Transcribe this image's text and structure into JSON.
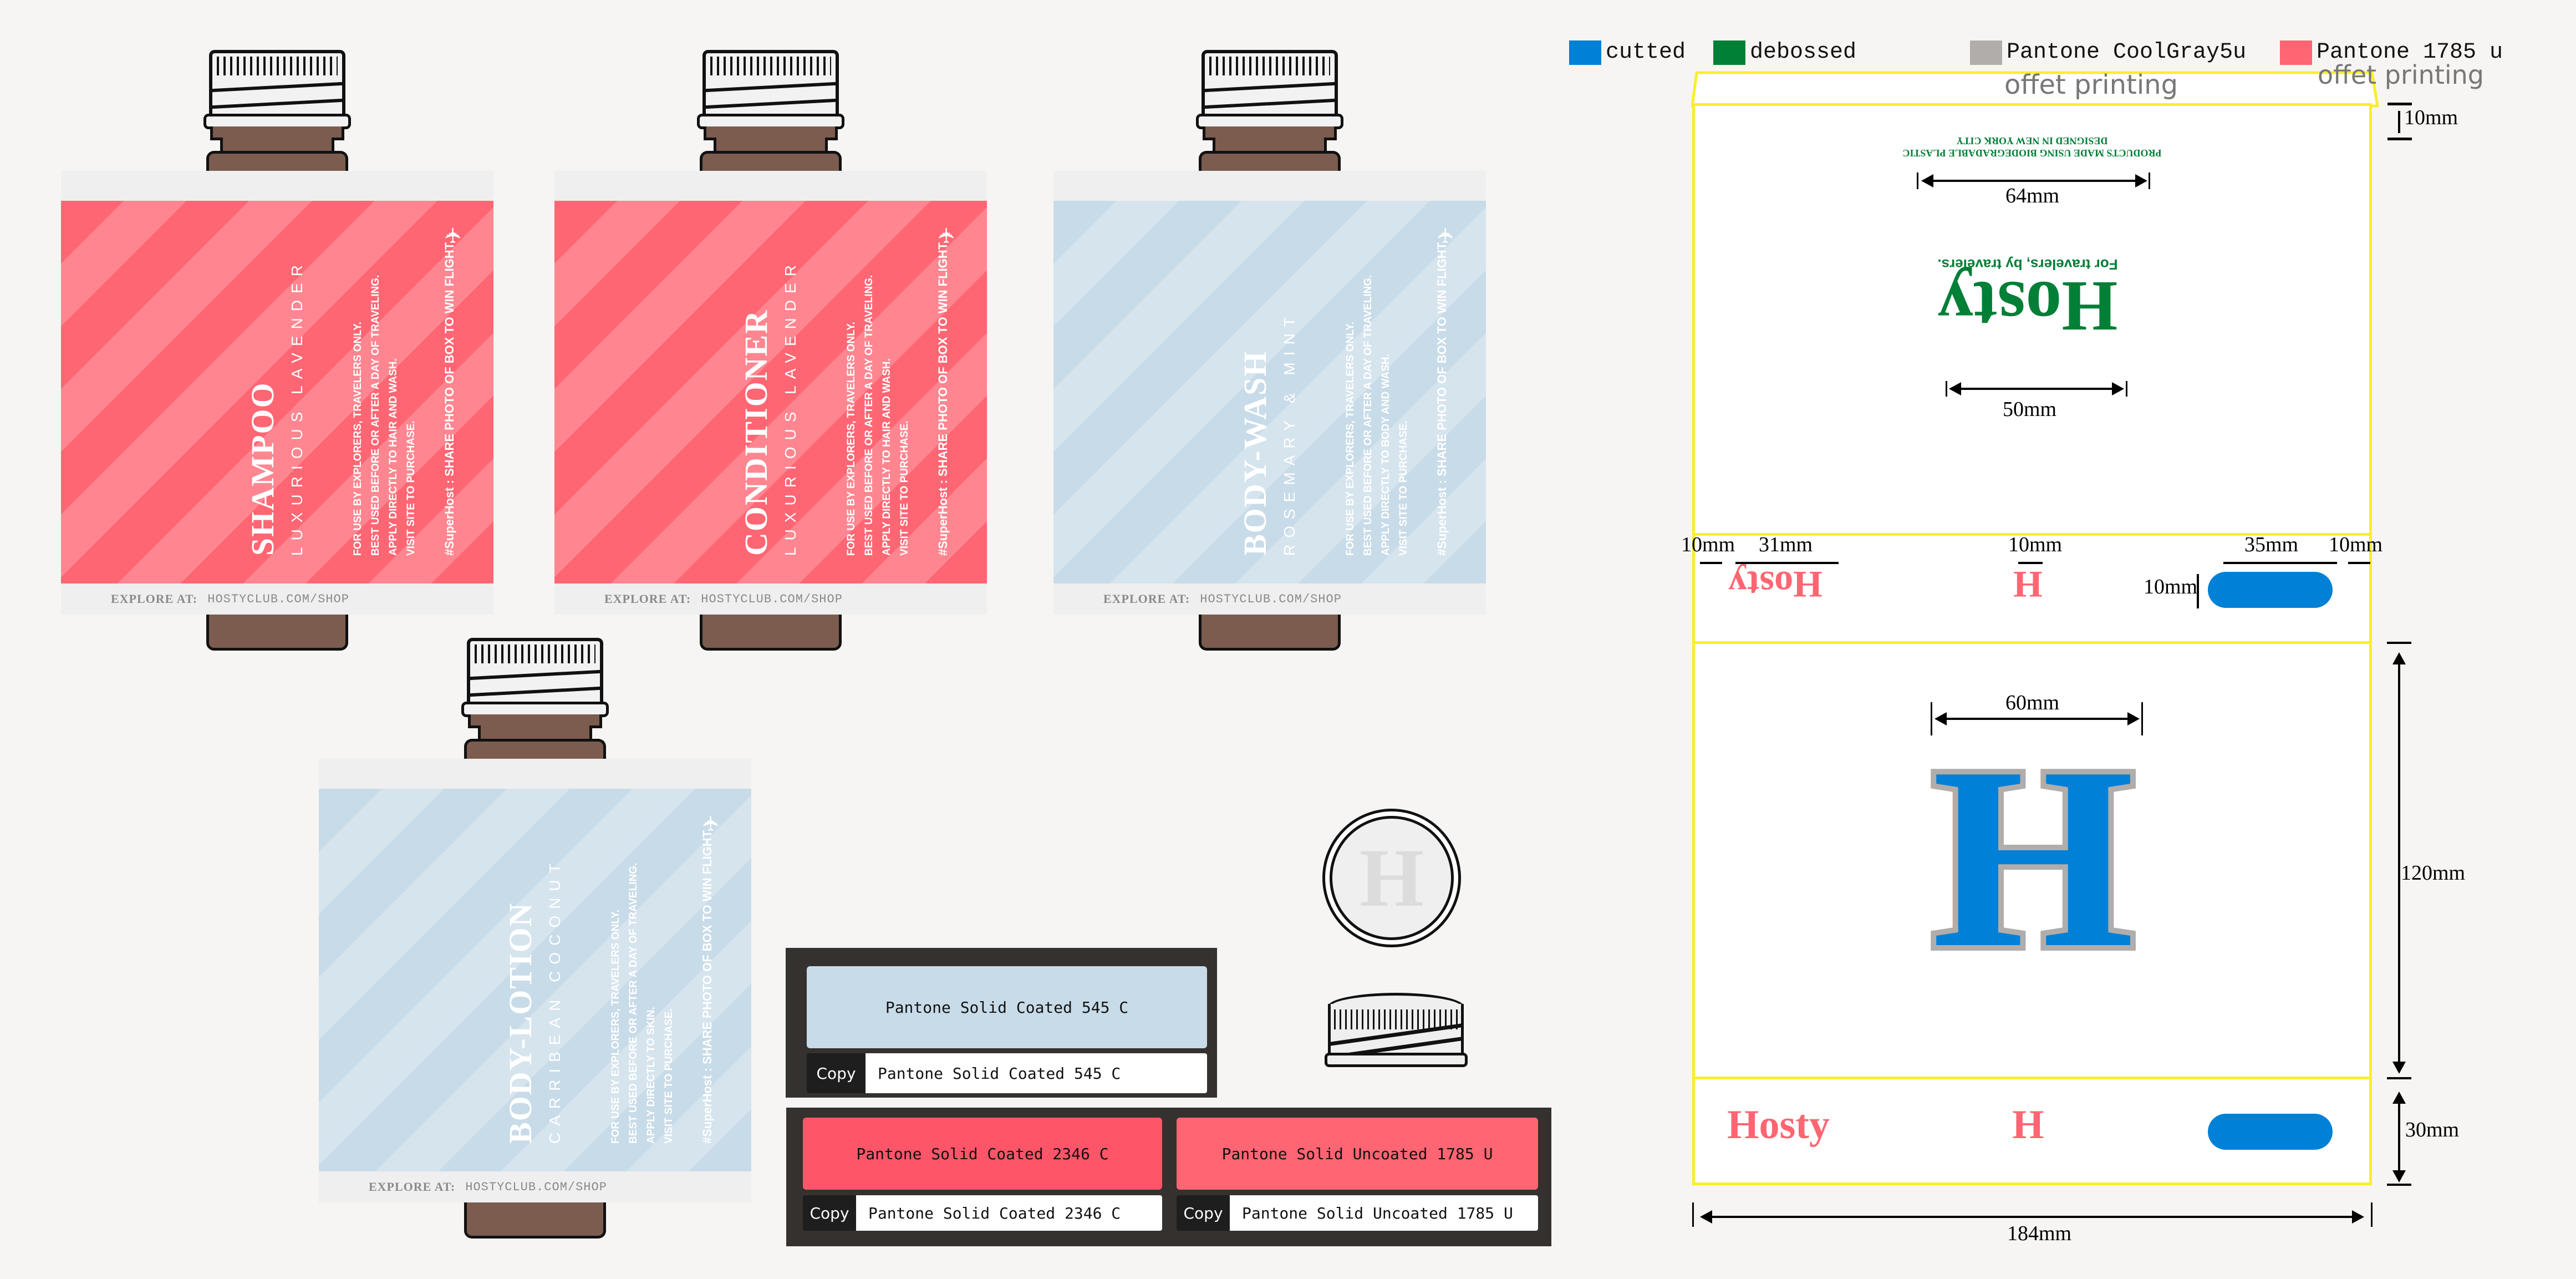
{
  "bottles": [
    {
      "name": "SHAMPOO",
      "subtitle": "LUXURIOUS LAVENDER",
      "usage": [
        "FOR USE BY EXPLORERS, TRAVELERS ONLY.",
        "BEST USED BEFORE OR AFTER A DAY OF TRAVELING.",
        "APPLY DIRECTLY TO HAIR AND WASH.",
        "VISIT SITE TO PURCHASE."
      ],
      "hashtag": "#SuperHost : SHARE PHOTO OF BOX TO WIN FLIGHT",
      "explore_label": "EXPLORE AT:",
      "explore_url": "HOSTYCLUB.COM/SHOP",
      "color": "red"
    },
    {
      "name": "CONDITIONER",
      "subtitle": "LUXURIOUS LAVENDER",
      "usage": [
        "FOR USE BY EXPLORERS, TRAVELERS ONLY.",
        "BEST USED BEFORE OR AFTER A DAY OF TRAVELING.",
        "APPLY DIRECTLY TO HAIR AND WASH.",
        "VISIT SITE TO PURCHASE."
      ],
      "hashtag": "#SuperHost : SHARE PHOTO OF BOX TO WIN FLIGHT",
      "explore_label": "EXPLORE AT:",
      "explore_url": "HOSTYCLUB.COM/SHOP",
      "color": "red"
    },
    {
      "name": "BODY-WASH",
      "subtitle": "ROSEMARY & MINT",
      "usage": [
        "FOR USE BY EXPLORERS, TRAVELERS ONLY.",
        "BEST USED BEFORE OR AFTER A DAY OF TRAVELING.",
        "APPLY DIRECTLY TO BODY AND WASH.",
        "VISIT SITE TO PURCHASE."
      ],
      "hashtag": "#SuperHost : SHARE PHOTO OF BOX TO WIN FLIGHT",
      "explore_label": "EXPLORE AT:",
      "explore_url": "HOSTYCLUB.COM/SHOP",
      "color": "blue"
    },
    {
      "name": "BODY-LOTION",
      "subtitle": "CARRIBEAN COCONUT",
      "usage": [
        "FOR USE BY EXPLORERS, TRAVELERS ONLY.",
        "BEST USED BEFORE OR AFTER A DAY OF TRAVELING.",
        "APPLY DIRECTLY TO SKIN.",
        "VISIT SITE TO PURCHASE."
      ],
      "hashtag": "#SuperHost : SHARE PHOTO OF BOX TO WIN FLIGHT",
      "explore_label": "EXPLORE AT:",
      "explore_url": "HOSTYCLUB.COM/SHOP",
      "color": "blue"
    }
  ],
  "icons": {
    "plane": "✈",
    "cap_top_logo": "H"
  },
  "swatches": [
    {
      "name": "Pantone Solid Coated 545 C",
      "color": "#c8dbe8",
      "copy_label": "Copy",
      "field_value": "Pantone Solid Coated 545 C"
    },
    {
      "name": "Pantone Solid Coated 2346 C",
      "color": "#ff5568",
      "copy_label": "Copy",
      "field_value": "Pantone Solid Coated 2346 C"
    },
    {
      "name": "Pantone Solid Uncoated 1785 U",
      "color": "#ff6572",
      "copy_label": "Copy",
      "field_value": "Pantone Solid Uncoated 1785 U"
    }
  ],
  "legend": [
    {
      "label": "cutted",
      "color": "#0080d6"
    },
    {
      "label": "debossed",
      "color": "#007f37"
    },
    {
      "label": "Pantone CoolGray5u",
      "color": "#b1adab"
    },
    {
      "label": "Pantone 1785 u",
      "color": "#ff6572"
    }
  ],
  "dieline": {
    "offset_label_1": "offet printing",
    "offset_label_2": "offet printing",
    "top_flap_dim": "10mm",
    "back_text_line1": "PRODUCTS MADE USING BIODEGRADABLE PLASTIC",
    "back_text_line2": "DESIGNED IN NEW YORK CITY",
    "dim_64": "64mm",
    "tagline": "For travelers, by travelers.",
    "brand": "Hosty",
    "dim_50": "50mm",
    "strip_dims": [
      "10mm",
      "31mm",
      "10mm",
      "35mm",
      "10mm"
    ],
    "strip_height_dim": "10mm",
    "h_letter": "H",
    "dim_60": "60mm",
    "dim_120": "120mm",
    "dim_30": "30mm",
    "dim_184": "184mm",
    "colors": {
      "debossed": "#007f37",
      "cut": "#0080d6",
      "print": "#ff6572",
      "gray": "#b1adab",
      "fold": "#f8ef2a"
    }
  }
}
